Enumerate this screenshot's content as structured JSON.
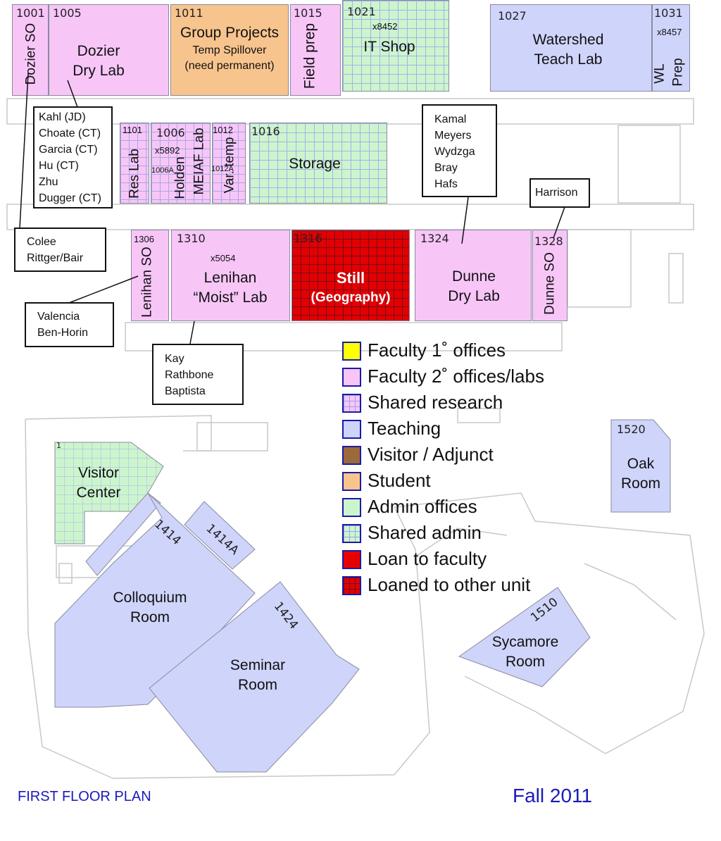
{
  "rooms": {
    "r1001": {
      "number": "1001",
      "label": "Dozier SO"
    },
    "r1005": {
      "number": "1005",
      "line1": "Dozier",
      "line2": "Dry Lab"
    },
    "r1011": {
      "number": "1011",
      "line1": "Group Projects",
      "line2": "Temp Spillover",
      "line3": "(need permanent)"
    },
    "r1015": {
      "number": "1015",
      "label": "Field prep"
    },
    "r1021": {
      "number": "1021",
      "ext": "x8452",
      "label": "IT Shop"
    },
    "r1027": {
      "number": "1027",
      "line1": "Watershed",
      "line2": "Teach Lab"
    },
    "r1031": {
      "number": "1031",
      "ext": "x8457",
      "label1": "WL",
      "label2": "Prep"
    },
    "r1101": {
      "number": "1101",
      "label": "Res Lab"
    },
    "r1006": {
      "number": "1006",
      "ext": "x5892",
      "sub": "1006A",
      "label1": "Holden",
      "label2": "MEIAF Lab"
    },
    "r1012": {
      "number": "1012",
      "sub": "1012A",
      "label": "Var. temp"
    },
    "r1016": {
      "number": "1016",
      "label": "Storage"
    },
    "r1306": {
      "number": "1306",
      "label": "Lenihan SO"
    },
    "r1310": {
      "number": "1310",
      "ext": "x5054",
      "line1": "Lenihan",
      "line2": "“Moist” Lab"
    },
    "r1316": {
      "number": "1316",
      "line1": "Still",
      "line2": "(Geography)"
    },
    "r1324": {
      "number": "1324",
      "line1": "Dunne",
      "line2": "Dry Lab"
    },
    "r1328": {
      "number": "1328",
      "label": "Dunne SO"
    },
    "r1520": {
      "number": "1520",
      "line1": "Oak",
      "line2": "Room"
    },
    "visitor": {
      "number": "1",
      "line1": "Visitor",
      "line2": "Center"
    },
    "r1414": {
      "number": "1414",
      "line1": "Colloquium",
      "line2": "Room"
    },
    "r1414a": {
      "number": "1414A"
    },
    "r1424": {
      "number": "1424",
      "line1": "Seminar",
      "line2": "Room"
    },
    "r1510": {
      "number": "1510",
      "line1": "Sycamore",
      "line2": "Room"
    }
  },
  "callouts": {
    "dozier_lab": [
      "Kahl (JD)",
      "Choate (CT)",
      "Garcia (CT)",
      "Hu (CT)",
      "Zhu",
      "Dugger (CT)"
    ],
    "dunne_lab": [
      "Kamal",
      "Meyers",
      "Wydzga",
      "Bray",
      "Hafs"
    ],
    "dunne_so": [
      "Harrison"
    ],
    "dozier_so": [
      "Colee",
      "Rittger/Bair"
    ],
    "lenihan_so": [
      "Valencia",
      "Ben-Horin"
    ],
    "lenihan_lab": [
      "Kay",
      "Rathbone",
      "Baptista"
    ]
  },
  "legend": [
    {
      "label": "Faculty 1˚ offices",
      "color": "#ffff00",
      "pattern": "solid"
    },
    {
      "label": "Faculty 2˚ offices/labs",
      "color": "#f7c6f7",
      "pattern": "solid"
    },
    {
      "label": "Shared research",
      "color": "#f7c6f7",
      "pattern": "grid"
    },
    {
      "label": "Teaching",
      "color": "#cfd4fb",
      "pattern": "solid"
    },
    {
      "label": "Visitor / Adjunct",
      "color": "#9a6a3a",
      "pattern": "solid"
    },
    {
      "label": "Student",
      "color": "#f8c48e",
      "pattern": "solid"
    },
    {
      "label": "Admin offices",
      "color": "#cdf5cd",
      "pattern": "solid"
    },
    {
      "label": "Shared admin",
      "color": "#cdf5cd",
      "pattern": "grid"
    },
    {
      "label": "Loan to faculty",
      "color": "#e80000",
      "pattern": "solid"
    },
    {
      "label": "Loaned to other unit",
      "color": "#e20000",
      "pattern": "grid"
    }
  ],
  "titles": {
    "plan": "FIRST FLOOR PLAN",
    "season": "Fall 2011"
  }
}
